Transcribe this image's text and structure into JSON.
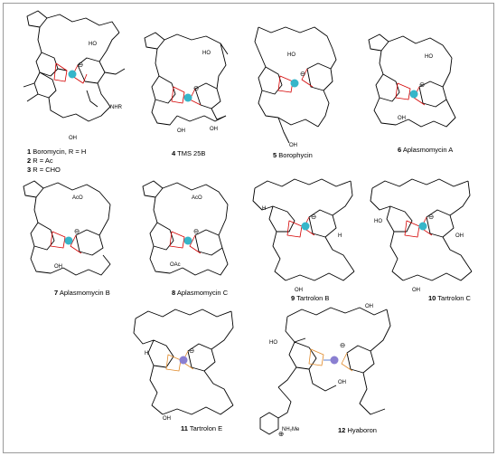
{
  "figure": {
    "compounds": [
      {
        "id": "1",
        "name": "Boromycin, R = H"
      },
      {
        "id": "2",
        "name": "R = Ac"
      },
      {
        "id": "3",
        "name": "R = CHO"
      },
      {
        "id": "4",
        "name": "TMS 25B"
      },
      {
        "id": "5",
        "name": "Borophycin"
      },
      {
        "id": "6",
        "name": "Aplasmomycin A"
      },
      {
        "id": "7",
        "name": "Aplasmomycin B"
      },
      {
        "id": "8",
        "name": "Aplasmomycin C"
      },
      {
        "id": "9",
        "name": "Tartrolon B"
      },
      {
        "id": "10",
        "name": "Tartrolon C"
      },
      {
        "id": "11",
        "name": "Tartrolon E"
      },
      {
        "id": "12",
        "name": "Hyaboron"
      }
    ],
    "atom_labels": {
      "oxygen": "O",
      "hydroxyl": "OH",
      "hydroxyl_left": "HO",
      "hydrogen": "H",
      "nhr": "NHR",
      "acetoxy": "AcO",
      "oac": "OAc",
      "nh2me": "NH₂Me",
      "minus": "⊖",
      "plus": "⊕"
    },
    "colors": {
      "boron_cyan": "#36b6c9",
      "boron_purple": "#8a7fd1",
      "boron_blue": "#5b7fd6",
      "ester_red": "#d40000",
      "ester_orange": "#e08a2a",
      "bond_black": "#000000"
    }
  }
}
